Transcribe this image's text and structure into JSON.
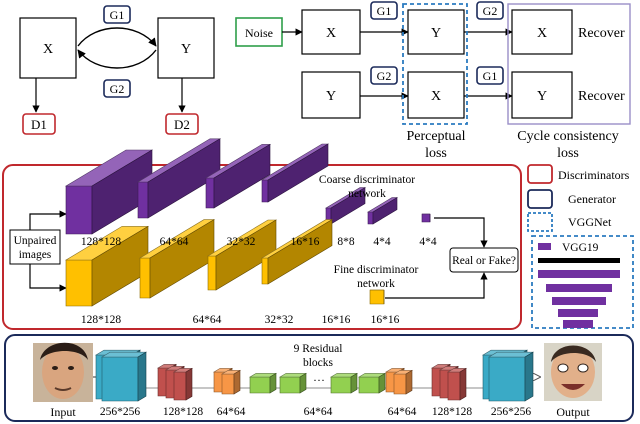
{
  "top_left": {
    "x": "X",
    "y": "Y",
    "g1": "G1",
    "g2": "G2",
    "d1": "D1",
    "d2": "D2"
  },
  "top_right": {
    "noise": "Noise",
    "x": "X",
    "y": "Y",
    "g1": "G1",
    "g2": "G2",
    "recover": "Recover",
    "perceptual": [
      "Perceptual",
      "loss"
    ],
    "cycle": [
      "Cycle consistency",
      "loss"
    ]
  },
  "discriminator": {
    "unpaired": [
      "Unpaired",
      "images"
    ],
    "coarse_title": [
      "Coarse discriminator",
      "network"
    ],
    "fine_title": [
      "Fine discriminator",
      "network"
    ],
    "real_or_fake": "Real or Fake?",
    "coarse_sizes": [
      "128*128",
      "64*64",
      "32*32",
      "16*16",
      "8*8",
      "4*4",
      "4*4"
    ],
    "fine_sizes": [
      "128*128",
      "64*64",
      "32*32",
      "16*16",
      "16*16"
    ]
  },
  "legend": {
    "discriminators": "Discriminators",
    "generator": "Generator",
    "vggnet": "VGGNet",
    "vgg19": "VGG19"
  },
  "generator": {
    "residual": [
      "9 Residual",
      "blocks"
    ],
    "ellipsis": "···",
    "input": "Input",
    "output": "Output",
    "sizes": [
      "256*256",
      "128*128",
      "64*64",
      "64*64",
      "64*64",
      "128*128",
      "256*256"
    ]
  },
  "colors": {
    "discriminator_border": "#c0282d",
    "generator_border": "#1b2a5a",
    "vgg_border": "#2b7bc0",
    "noise_border": "#2e9e4a",
    "cycle_border": "#9a8fc8",
    "purple": "#7030a0",
    "orange": "#ffc000",
    "teal": "#3aaac6",
    "red_block": "#c0504d",
    "orange_block": "#f79646",
    "green_block": "#92d050"
  }
}
